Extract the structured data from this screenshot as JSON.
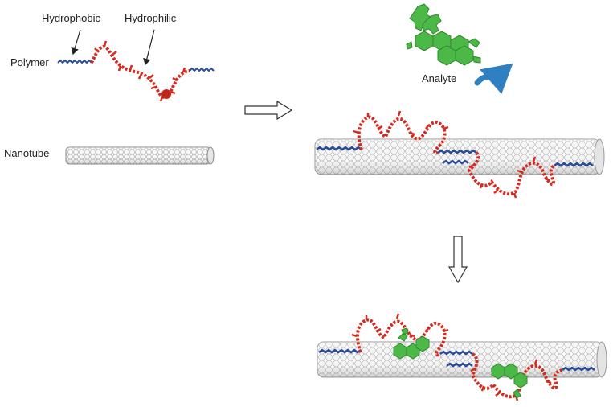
{
  "labels": {
    "hydrophobic": "Hydrophobic",
    "hydrophilic": "Hydrophilic",
    "polymer": "Polymer",
    "nanotube": "Nanotube",
    "analyte": "Analyte"
  },
  "colors": {
    "hydrophobic_segment": "#2a4b9b",
    "hydrophilic_segment": "#d42a1f",
    "analyte": "#4cb848",
    "nanotube_fill": "#f0f0f0",
    "nanotube_line": "#9a9a9a",
    "curved_arrow": "#2f7fc1"
  }
}
